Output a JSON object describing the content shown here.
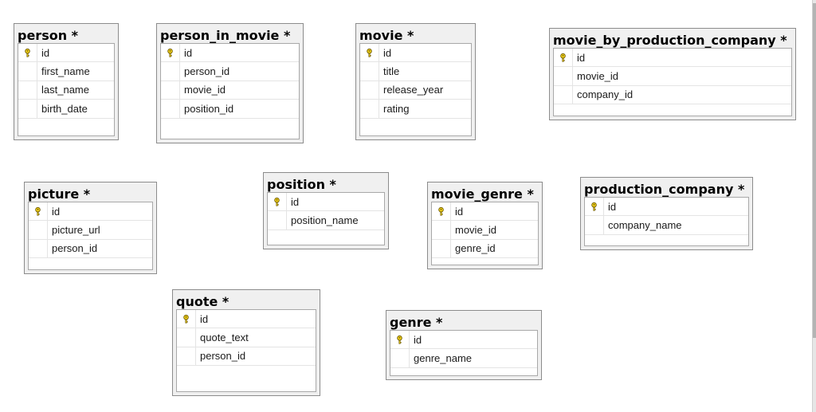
{
  "diagram": {
    "tables": [
      {
        "id": "person",
        "title": "person *",
        "columns": [
          {
            "name": "id",
            "pk": true
          },
          {
            "name": "first_name",
            "pk": false
          },
          {
            "name": "last_name",
            "pk": false
          },
          {
            "name": "birth_date",
            "pk": false
          }
        ]
      },
      {
        "id": "person_in_movie",
        "title": "person_in_movie *",
        "columns": [
          {
            "name": "id",
            "pk": true
          },
          {
            "name": "person_id",
            "pk": false
          },
          {
            "name": "movie_id",
            "pk": false
          },
          {
            "name": "position_id",
            "pk": false
          }
        ]
      },
      {
        "id": "movie",
        "title": "movie *",
        "columns": [
          {
            "name": "id",
            "pk": true
          },
          {
            "name": "title",
            "pk": false
          },
          {
            "name": "release_year",
            "pk": false
          },
          {
            "name": "rating",
            "pk": false
          }
        ]
      },
      {
        "id": "movie_by_production_company",
        "title": "movie_by_production_company *",
        "columns": [
          {
            "name": "id",
            "pk": true
          },
          {
            "name": "movie_id",
            "pk": false
          },
          {
            "name": "company_id",
            "pk": false
          }
        ]
      },
      {
        "id": "picture",
        "title": "picture *",
        "columns": [
          {
            "name": "id",
            "pk": true
          },
          {
            "name": "picture_url",
            "pk": false
          },
          {
            "name": "person_id",
            "pk": false
          }
        ]
      },
      {
        "id": "position",
        "title": "position *",
        "columns": [
          {
            "name": "id",
            "pk": true
          },
          {
            "name": "position_name",
            "pk": false
          }
        ]
      },
      {
        "id": "movie_genre",
        "title": "movie_genre *",
        "columns": [
          {
            "name": "id",
            "pk": true
          },
          {
            "name": "movie_id",
            "pk": false
          },
          {
            "name": "genre_id",
            "pk": false
          }
        ]
      },
      {
        "id": "production_company",
        "title": "production_company *",
        "columns": [
          {
            "name": "id",
            "pk": true
          },
          {
            "name": "company_name",
            "pk": false
          }
        ]
      },
      {
        "id": "quote",
        "title": "quote *",
        "columns": [
          {
            "name": "id",
            "pk": true
          },
          {
            "name": "quote_text",
            "pk": false
          },
          {
            "name": "person_id",
            "pk": false
          }
        ]
      },
      {
        "id": "genre",
        "title": "genre *",
        "columns": [
          {
            "name": "id",
            "pk": true
          },
          {
            "name": "genre_name",
            "pk": false
          }
        ]
      }
    ]
  },
  "icons": {
    "primary_key": "key-icon"
  },
  "colors": {
    "table_header": "#f0f0f0",
    "table_border": "#8c8c8c",
    "key_fill": "#f2d21a",
    "key_stroke": "#6e5a00"
  }
}
